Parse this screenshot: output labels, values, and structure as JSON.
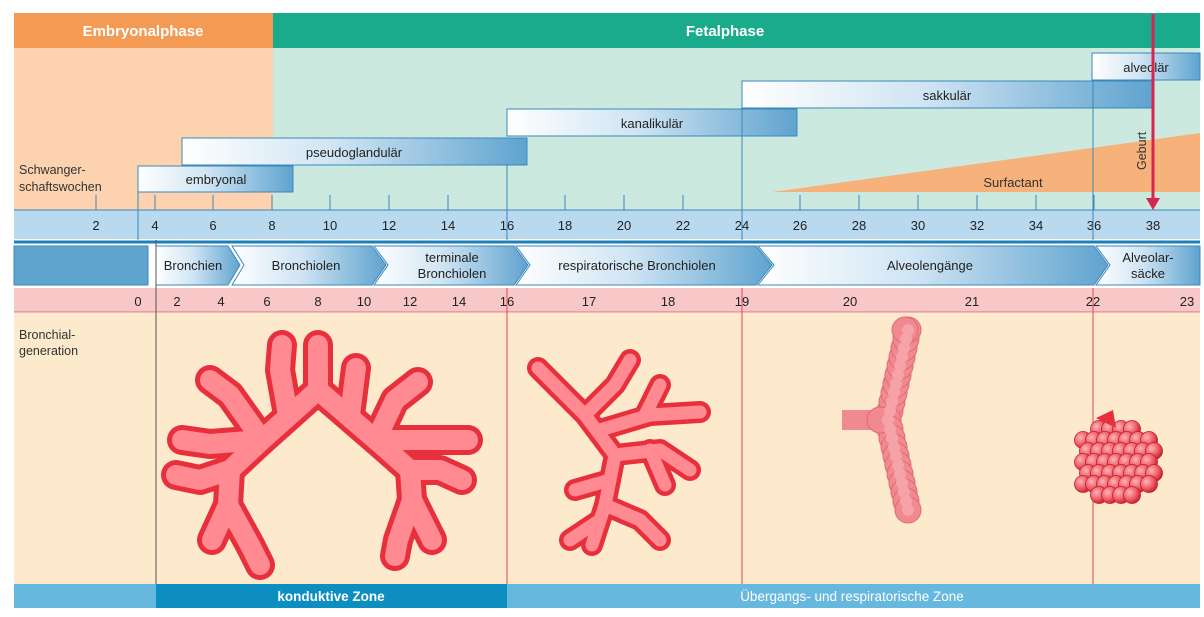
{
  "phases": {
    "embryonic": "Embryonalphase",
    "fetal": "Fetalphase"
  },
  "stages": {
    "embryonal": "embryonal",
    "pseudoglandular": "pseudoglandulär",
    "kanalikular": "kanalikulär",
    "sakkular": "sakkulär",
    "alveolar": "alveolär"
  },
  "labels": {
    "weeks_line1": "Schwanger-",
    "weeks_line2": "schaftswochen",
    "birth": "Geburt",
    "surfactant": "Surfactant",
    "bronchial_line1": "Bronchial-",
    "bronchial_line2": "generation"
  },
  "week_ticks": [
    "2",
    "4",
    "6",
    "8",
    "10",
    "12",
    "14",
    "16",
    "18",
    "20",
    "22",
    "24",
    "26",
    "28",
    "30",
    "32",
    "34",
    "36",
    "38"
  ],
  "airways": {
    "bronchien": "Bronchien",
    "bronchiolen": "Bronchiolen",
    "terminale_line1": "terminale",
    "terminale_line2": "Bronchiolen",
    "resp_bronchiolen": "respiratorische Bronchiolen",
    "alveolengaenge": "Alveolengänge",
    "alveolarsaecke_line1": "Alveolar-",
    "alveolarsaecke_line2": "säcke"
  },
  "generation_ticks": [
    "0",
    "2",
    "4",
    "6",
    "8",
    "10",
    "12",
    "14",
    "16",
    "17",
    "18",
    "19",
    "20",
    "21",
    "22",
    "23"
  ],
  "zones": {
    "conductive": "konduktive Zone",
    "respiratory": "Übergangs- und respiratorische Zone"
  },
  "colors": {
    "embryonic_header": "#f39a55",
    "fetal_header": "#1aab8c",
    "embryonic_bg": "#fcd3ae",
    "fetal_bg": "#cce9df",
    "week_band": "#b9d9ef",
    "generation_band": "#f8c8c8",
    "lower_bg": "#fde9cc",
    "structure_red": "#e8303d",
    "zone_blue": "#0c8fc0",
    "zone_light": "#67b8df"
  }
}
